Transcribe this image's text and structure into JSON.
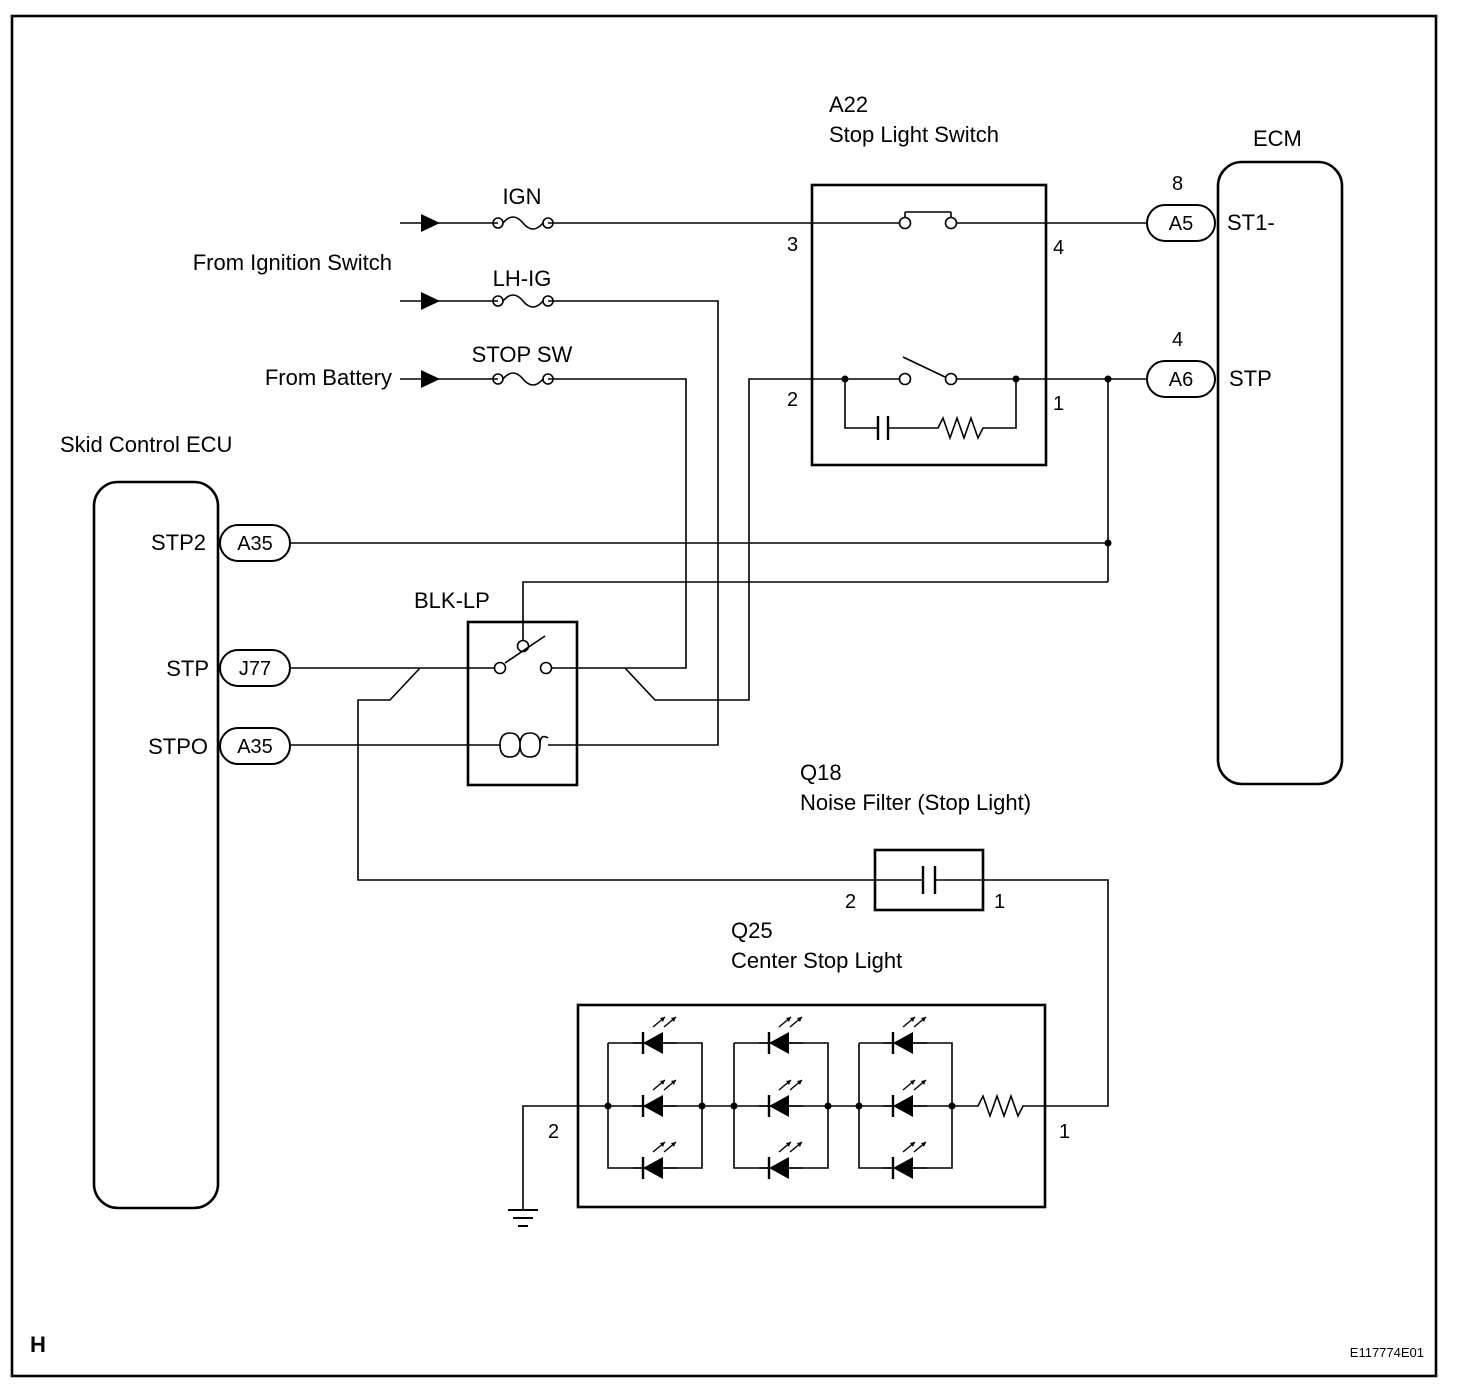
{
  "figure_letter": "H",
  "figure_id": "E117774E01",
  "components": {
    "stop_light_switch": {
      "ref": "A22",
      "name": "Stop Light Switch",
      "pins": [
        "3",
        "4",
        "2",
        "1"
      ]
    },
    "ecm": {
      "name": "ECM",
      "terminals": [
        "ST1-",
        "STP"
      ],
      "pins": [
        "8",
        "4"
      ],
      "connectors": [
        "A5",
        "A6"
      ]
    },
    "skid_control_ecu": {
      "name": "Skid Control ECU",
      "terminals": [
        "STP2",
        "STP",
        "STPO"
      ],
      "connectors": [
        "A35",
        "J77",
        "A35"
      ]
    },
    "relay": {
      "name": "BLK-LP"
    },
    "noise_filter": {
      "ref": "Q18",
      "name": "Noise Filter (Stop Light)",
      "pins": [
        "2",
        "1"
      ]
    },
    "center_stop_light": {
      "ref": "Q25",
      "name": "Center Stop Light",
      "pins": [
        "2",
        "1"
      ]
    }
  },
  "fuses": [
    "IGN",
    "LH-IG",
    "STOP SW"
  ],
  "sources": [
    "From Ignition Switch",
    "From Battery"
  ]
}
